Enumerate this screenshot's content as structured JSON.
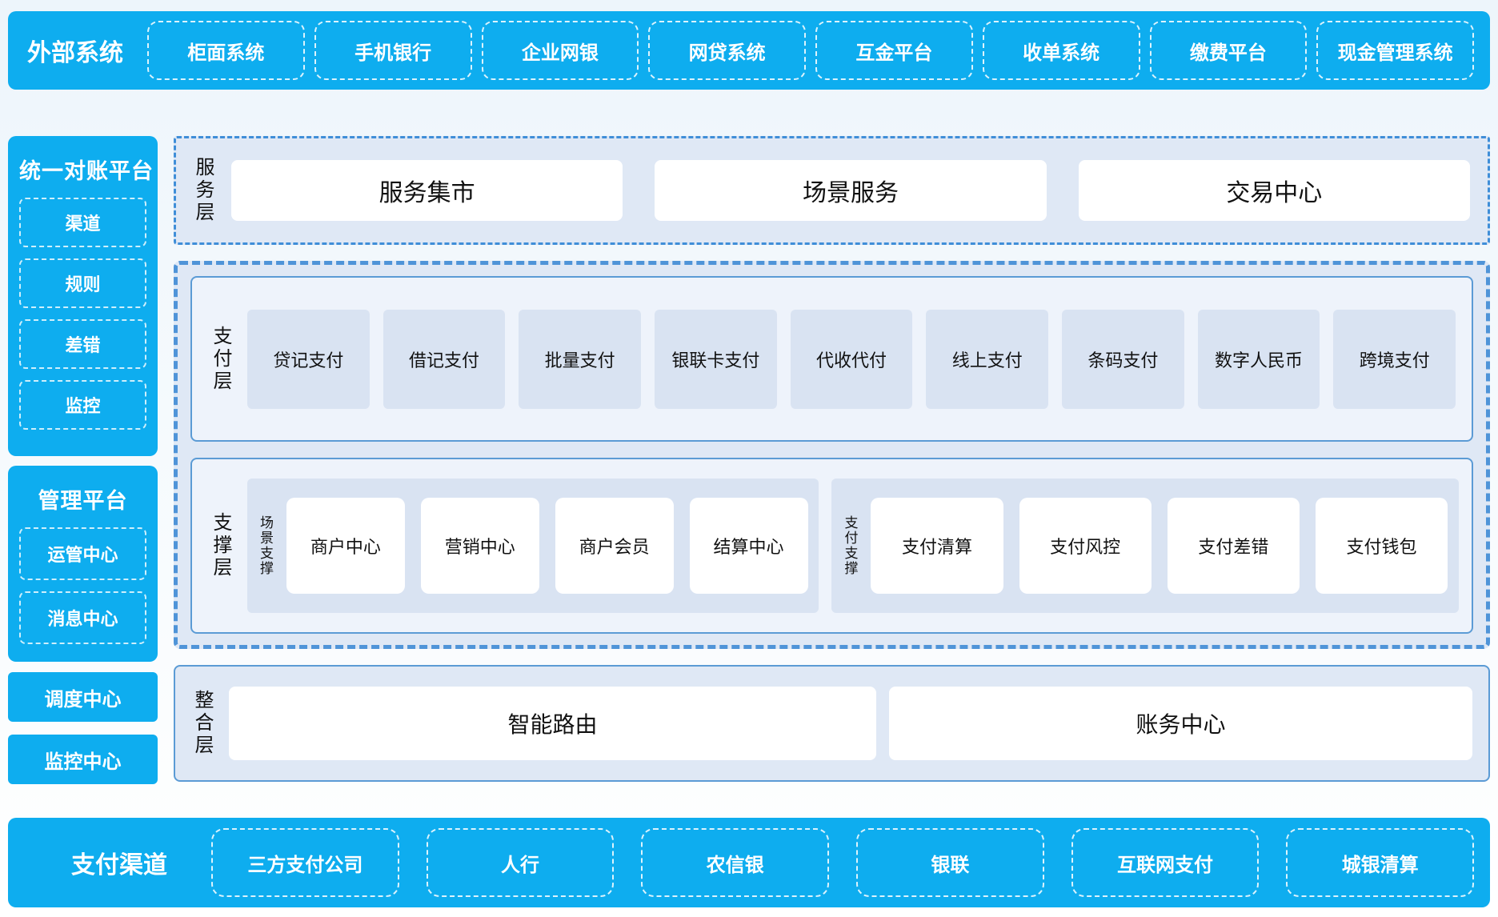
{
  "top_banner": {
    "title": "外部系统",
    "items": [
      "柜面系统",
      "手机银行",
      "企业网银",
      "网贷系统",
      "互金平台",
      "收单系统",
      "缴费平台",
      "现金管理系统"
    ]
  },
  "sidebar": {
    "reconciliation_panel": {
      "title": "统一对账平台",
      "items": [
        "渠道",
        "规则",
        "差错",
        "监控"
      ]
    },
    "management_panel": {
      "title": "管理平台",
      "items": [
        "运管中心",
        "消息中心"
      ]
    },
    "solo_boxes": [
      "调度中心",
      "监控中心"
    ]
  },
  "layers": {
    "service": {
      "label": "服务层",
      "items": [
        "服务集市",
        "场景服务",
        "交易中心"
      ]
    },
    "payment": {
      "label": "支付层",
      "items": [
        "贷记支付",
        "借记支付",
        "批量支付",
        "银联卡支付",
        "代收代付",
        "线上支付",
        "条码支付",
        "数字人民币",
        "跨境支付"
      ]
    },
    "support": {
      "label": "支撑层",
      "groups": [
        {
          "label": "场景支撑",
          "items": [
            "商户中心",
            "营销中心",
            "商户会员",
            "结算中心"
          ]
        },
        {
          "label": "支付支撑",
          "items": [
            "支付清算",
            "支付风控",
            "支付差错",
            "支付钱包"
          ]
        }
      ]
    },
    "integration": {
      "label": "整合层",
      "items": [
        "智能路由",
        "账务中心"
      ]
    }
  },
  "bottom_banner": {
    "title": "支付渠道",
    "items": [
      "三方支付公司",
      "人行",
      "农信银",
      "银联",
      "互联网支付",
      "城银清算"
    ]
  },
  "colors": {
    "brand_blue": "#0eadef",
    "solid_blue": "#5b9bd5",
    "dash_blue": "#3f8ed8",
    "dash_blue_bold": "#4f94d8",
    "layer_bg": "#dfe8f5",
    "item_bg": "#d9e3f2"
  }
}
